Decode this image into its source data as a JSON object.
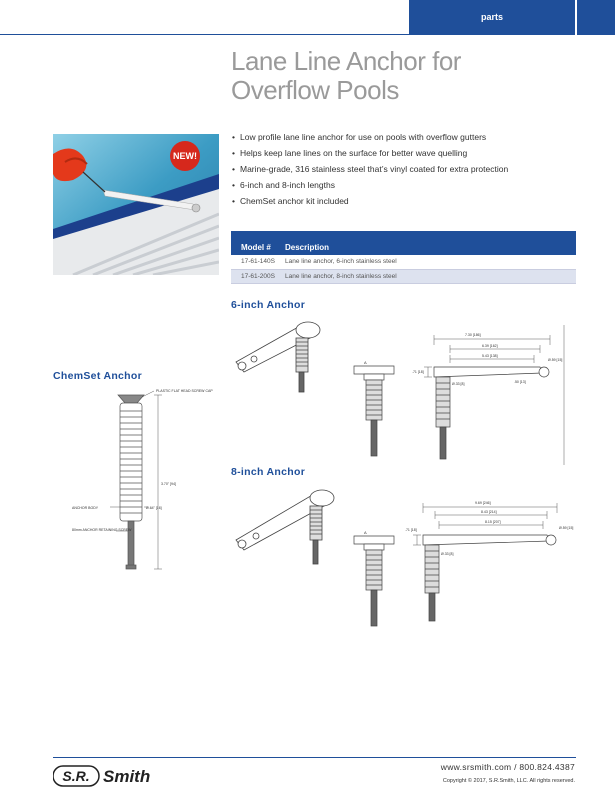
{
  "header": {
    "section_label": "parts"
  },
  "title": {
    "line1": "Lane Line Anchor for",
    "line2": "Overflow Pools"
  },
  "photo": {
    "badge": "NEW!"
  },
  "bullets": [
    "Low profile lane line anchor for use on pools with overflow gutters",
    "Helps keep lane lines on the surface for better wave quelling",
    "Marine-grade, 316 stainless steel that’s vinyl coated for extra protection",
    "6-inch and 8-inch lengths",
    "ChemSet anchor kit included"
  ],
  "table": {
    "headers": {
      "model": "Model #",
      "description": "Description"
    },
    "rows": [
      {
        "model": "17-61-140S",
        "description": "Lane line anchor, 6-inch stainless steel"
      },
      {
        "model": "17-61-200S",
        "description": "Lane line anchor, 8-inch stainless steel"
      }
    ]
  },
  "sections": {
    "six_inch": "6-inch Anchor",
    "chemset": "ChemSet Anchor",
    "eight_inch": "8-inch Anchor"
  },
  "chemset_labels": {
    "cap": "PLASTIC FLAT HEAD SCREW CAP",
    "body": "ANCHOR BODY",
    "screw": "80mm ANCHOR RETAINING SCREW",
    "dia": "Ø.64\" [16]",
    "length": "3.70\" [94]"
  },
  "six_inch_dims": {
    "overall": "7.30 [186]",
    "span": "6.39 [162]",
    "inner": "5.43 [138]",
    "height": ".71 [18]",
    "right": "Ø.59 [15]",
    "hole": "Ø.33 [8]",
    "offset": ".50 [13]",
    "a_label": "A"
  },
  "eight_inch_dims": {
    "overall": "9.69 [246]",
    "span": "8.43 [214]",
    "inner": "8.15 [207]",
    "height": ".71 [18]",
    "right": "Ø.59 [15]",
    "hole": "Ø.33 [8]",
    "a_label": "A"
  },
  "footer": {
    "url": "www.srsmith.com / 800.824.4387",
    "copyright": "Copyright © 2017, S.R.Smith, LLC. All rights reserved.",
    "logo_sr": "S.R.",
    "logo_smith": "Smith"
  },
  "colors": {
    "brand_blue": "#1f4f9a",
    "title_gray": "#9a9a9a"
  }
}
